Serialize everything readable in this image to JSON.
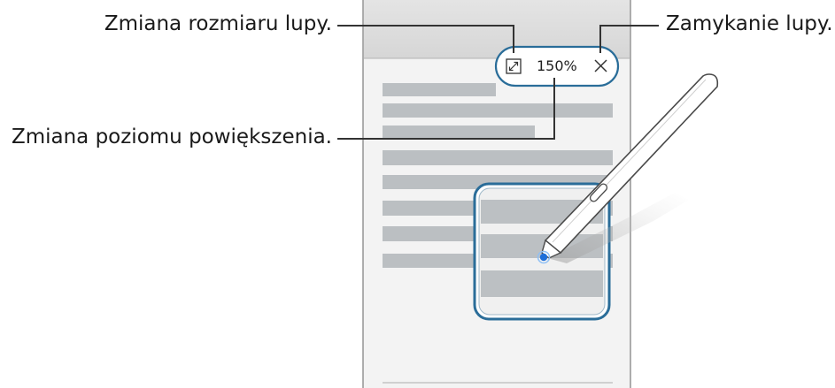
{
  "callouts": {
    "resize": "Zmiana rozmiaru lupy.",
    "close": "Zamykanie lupy.",
    "zoom": "Zmiana poziomu powiększenia."
  },
  "toolbar": {
    "zoom_level": "150%",
    "resize_icon": "resize-diagonal-icon",
    "close_icon": "close-icon"
  },
  "colors": {
    "magnifier_border": "#2a6d99",
    "pen_tip": "#1e6fd9",
    "content_bar": "#b8bcbf",
    "screen_bg": "#f2f2f2",
    "header_bg": "#dcdcdc"
  }
}
